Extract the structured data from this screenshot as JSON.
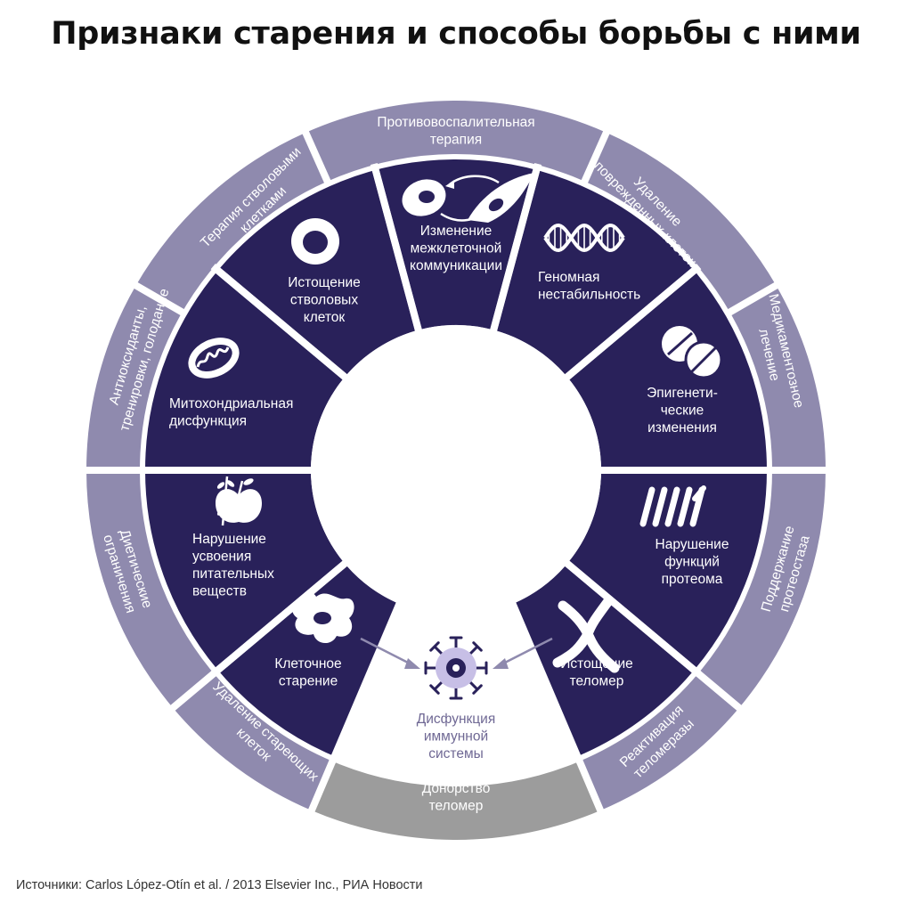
{
  "title": "Признаки старения и способы борьбы с ними",
  "source": "Источники: Carlos López-Otín et al. / 2013 Elsevier Inc., РИА Новости",
  "colors": {
    "inner": "#29215a",
    "outer": "#8f8aae",
    "outer_gray": "#9c9c9c",
    "immune_core": "#29215a",
    "immune_ring": "#c7bfe6",
    "immune_text": "#6f6894",
    "arrow": "#8f8aae"
  },
  "hallmarks": [
    {
      "id": "intercellular",
      "lines": [
        "Изменение",
        "межклеточной",
        "коммуникации"
      ],
      "icon": "cell-communication-icon"
    },
    {
      "id": "genomic",
      "lines": [
        "Геномная",
        "нестабильность"
      ],
      "icon": "dna-icon"
    },
    {
      "id": "epigenetic",
      "lines": [
        "Эпигенети-",
        "ческие",
        "изменения"
      ],
      "icon": "pills-icon"
    },
    {
      "id": "proteostasis",
      "lines": [
        "Нарушение",
        "функций",
        "протеома"
      ],
      "icon": "protein-helix-icon"
    },
    {
      "id": "telomeres",
      "lines": [
        "Истощение",
        "теломер"
      ],
      "icon": "chromosome-icon"
    },
    {
      "id": "senescence",
      "lines": [
        "Клеточное",
        "старение"
      ],
      "icon": "senescent-cell-icon"
    },
    {
      "id": "nutrients",
      "lines": [
        "Нарушение",
        "усвоения",
        "питательных",
        "веществ"
      ],
      "icon": "apple-wheat-icon"
    },
    {
      "id": "mitochondria",
      "lines": [
        "Митохондриальная",
        "дисфункция"
      ],
      "icon": "mitochondrion-icon"
    },
    {
      "id": "stemcells",
      "lines": [
        "Истощение",
        "стволовых",
        "клеток"
      ],
      "icon": "stem-cell-icon"
    }
  ],
  "therapies": [
    {
      "id": "anti_inflammatory",
      "lines": [
        "Противовоспалительная",
        "терапия"
      ]
    },
    {
      "id": "damaged_cells",
      "lines": [
        "Удаление",
        "поврежденных клеток"
      ]
    },
    {
      "id": "drug",
      "lines": [
        "Медикаментозное",
        "лечение"
      ]
    },
    {
      "id": "proteostasis_support",
      "lines": [
        "Поддержание",
        "протеостаза"
      ]
    },
    {
      "id": "telomerase",
      "lines": [
        "Реактивация",
        "теломеразы"
      ]
    },
    {
      "id": "telomere_donor",
      "lines": [
        "Донорство",
        "теломер"
      ]
    },
    {
      "id": "senolytic",
      "lines": [
        "Удаление стареющих",
        "клеток"
      ]
    },
    {
      "id": "diet",
      "lines": [
        "Диетические",
        "ограничения"
      ]
    },
    {
      "id": "antioxidants",
      "lines": [
        "Антиоксиданты,",
        "тренировки, голодание"
      ]
    },
    {
      "id": "stemcell_therapy",
      "lines": [
        "Терапия стволовыми",
        "клетками"
      ]
    }
  ],
  "immune": {
    "lines": [
      "Дисфункция",
      "иммунной",
      "системы"
    ],
    "icon": "immune-cell-icon"
  }
}
